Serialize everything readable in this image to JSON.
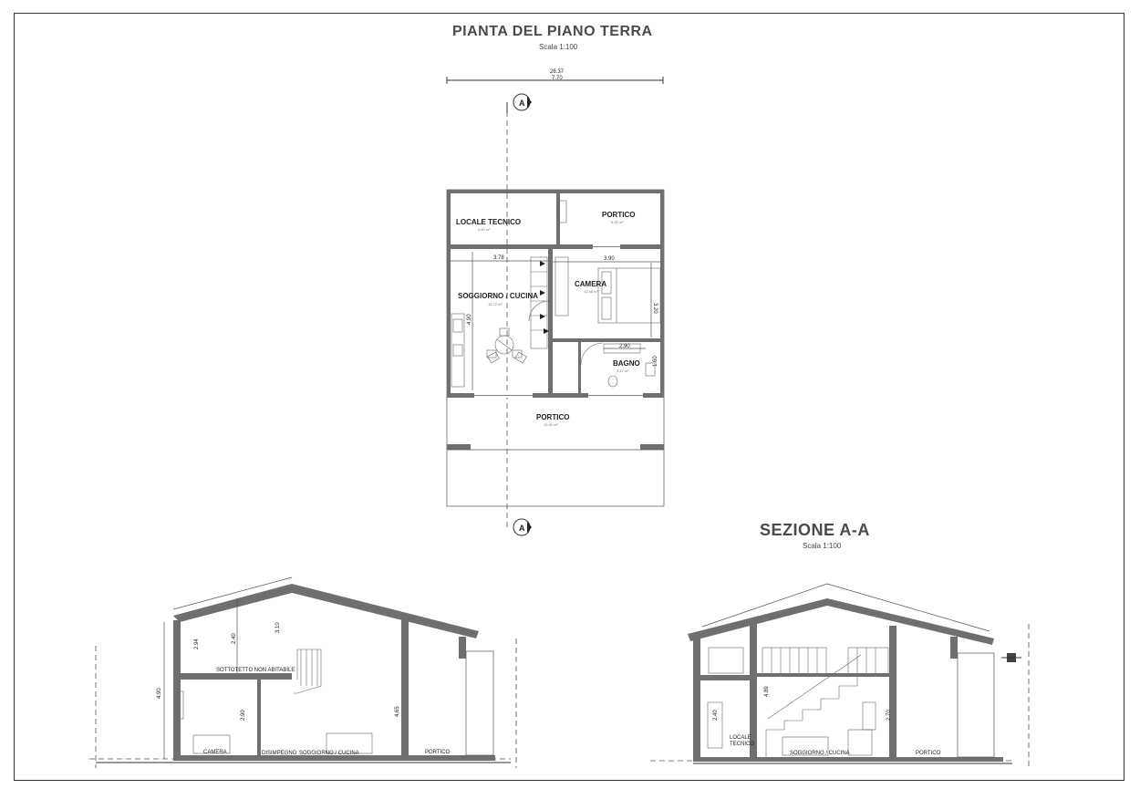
{
  "plan": {
    "title": "PIANTA DEL PIANO TERRA",
    "scale": "Scala 1:100",
    "top_dim_outer": "26.37",
    "top_dim_inner": "7.70",
    "section_marker": "A",
    "rooms": {
      "locale_tecnico": {
        "label": "LOCALE TECNICO",
        "area": "4.80 m²"
      },
      "portico_top": {
        "label": "PORTICO",
        "area": "5.00 m²"
      },
      "soggiorno": {
        "label": "SOGGIORNO / CUCINA",
        "area": "18.72 m²"
      },
      "camera": {
        "label": "CAMERA",
        "area": "12.48 m²"
      },
      "bagno": {
        "label": "BAGNO",
        "area": "3.47 m²"
      },
      "portico_bottom": {
        "label": "PORTICO",
        "area": "12.32 m²"
      }
    },
    "dims": {
      "soggiorno_w": "3.78",
      "camera_w": "3.90",
      "soggiorno_h": "4.90",
      "camera_h": "3.20",
      "bagno_w": "2.90",
      "bagno_h": "1.60"
    }
  },
  "section": {
    "title": "SEZIONE  A-A",
    "scale": "Scala 1:100",
    "left": {
      "total_height": "4.90",
      "upper_h1": "2.94",
      "upper_h2": "2.40",
      "ridge_h": "3.10",
      "ground_h": "2.90",
      "right_h": "4.65",
      "attic_label": "SOTTOTETTO NON ABITABILE",
      "labels": [
        "CAMERA",
        "DISIMPEGNO",
        "SOGGIORNO / CUCINA",
        "PORTICO"
      ]
    },
    "right": {
      "h_left": "2.40",
      "h_mid": "4.89",
      "h_right": "2.70",
      "locale_label_1": "LOCALE",
      "locale_label_2": "TECNICO",
      "soggiorno_label": "SOGGIORNO / CUCINA",
      "portico_label": "PORTICO"
    }
  }
}
